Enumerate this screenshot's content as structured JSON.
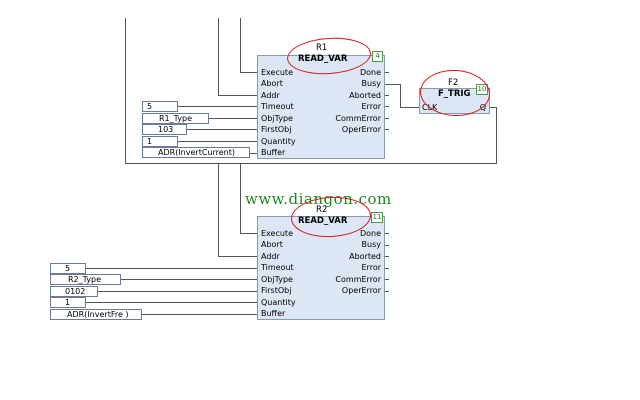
{
  "watermark": "www.diangon.com",
  "blocks": {
    "r1": {
      "instance_name": "R1",
      "type_name": "READ_VAR",
      "execution_order": "4",
      "inputs": [
        "Execute",
        "Abort",
        "Addr",
        "Timeout",
        "ObjType",
        "FirstObj",
        "Quantity",
        "Buffer"
      ],
      "outputs": [
        "Done",
        "Busy",
        "Aborted",
        "Error",
        "CommError",
        "OperError"
      ],
      "const_inputs": [
        "5",
        "R1_Type",
        "103",
        "1",
        "ADR(InvertCurrent)"
      ]
    },
    "f2": {
      "instance_name": "F2",
      "type_name": "F_TRIG",
      "execution_order": "10",
      "input": "CLK",
      "output": "Q"
    },
    "r2": {
      "instance_name": "R2",
      "type_name": "READ_VAR",
      "execution_order": "11",
      "inputs": [
        "Execute",
        "Abort",
        "Addr",
        "Timeout",
        "ObjType",
        "FirstObj",
        "Quantity",
        "Buffer"
      ],
      "outputs": [
        "Done",
        "Busy",
        "Aborted",
        "Error",
        "CommError",
        "OperError"
      ],
      "const_inputs": [
        "5",
        "R2_Type",
        "0102",
        "1",
        "ADR(InvertFre )"
      ]
    }
  },
  "colors": {
    "block_fill": "#dde6f4",
    "block_border": "#8a9ab3",
    "wire": "#555555",
    "annotation": "#d61a1a",
    "watermark": "#1e8a1e",
    "execution_order": "#2a7a2a"
  }
}
